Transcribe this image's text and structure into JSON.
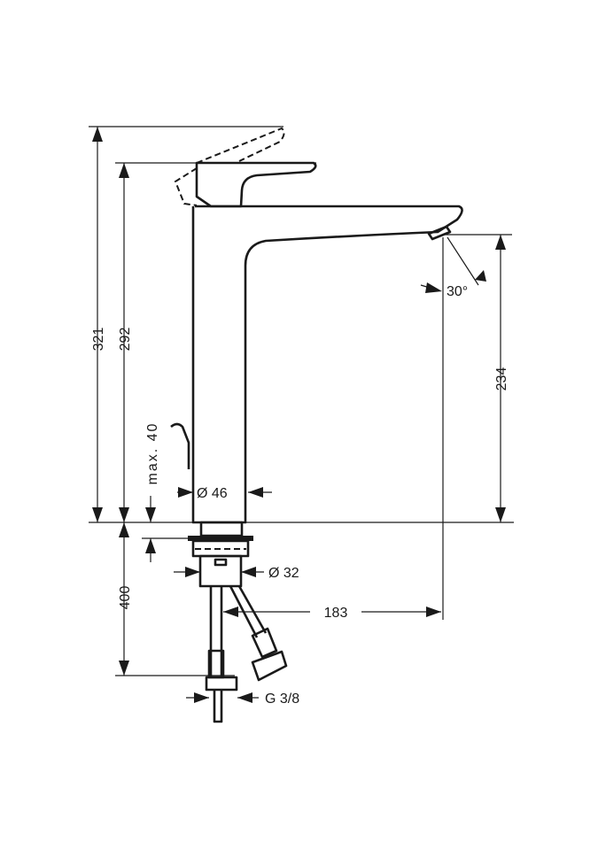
{
  "dimensions": {
    "total_height_lever_open": "321",
    "total_height": "292",
    "spout_height": "234",
    "spout_angle": "30°",
    "max_deck_thickness": "max. 40",
    "body_diameter": "Ø 46",
    "shank_diameter": "Ø 32",
    "spout_reach": "183",
    "hose_length": "400",
    "connection_thread": "G 3/8"
  },
  "colors": {
    "line": "#1a1a1a",
    "background": "#ffffff"
  }
}
